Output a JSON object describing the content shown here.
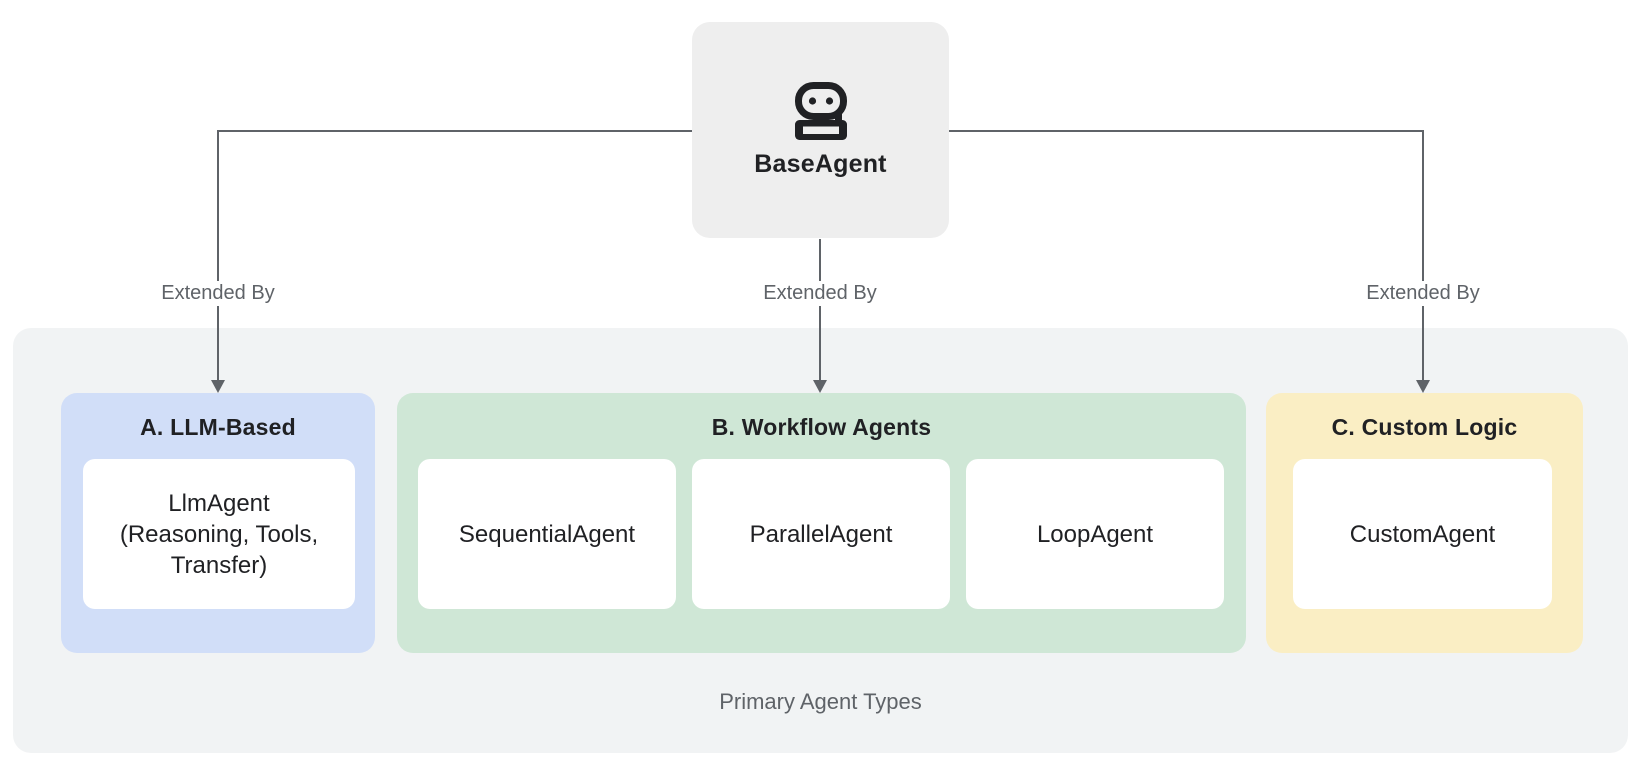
{
  "diagram": {
    "title": "Primary Agent Types",
    "root": {
      "label": "BaseAgent",
      "icon": "robot-icon"
    },
    "edges": [
      {
        "label": "Extended By"
      },
      {
        "label": "Extended By"
      },
      {
        "label": "Extended By"
      }
    ],
    "groups": [
      {
        "title": "A. LLM-Based",
        "color": "#d1def8",
        "items": [
          {
            "label": "LlmAgent\n(Reasoning, Tools,\nTransfer)"
          }
        ]
      },
      {
        "title": "B. Workflow Agents",
        "color": "#cfe7d6",
        "items": [
          {
            "label": "SequentialAgent"
          },
          {
            "label": "ParallelAgent"
          },
          {
            "label": "LoopAgent"
          }
        ]
      },
      {
        "title": "C. Custom Logic",
        "color": "#faeec4",
        "items": [
          {
            "label": "CustomAgent"
          }
        ]
      }
    ],
    "colors": {
      "background": "#ffffff",
      "container": "#f1f3f4",
      "root_box": "#eeeeee",
      "card": "#ffffff",
      "line": "#5f6368",
      "text_dark": "#202124",
      "text_gray": "#5f6368"
    }
  }
}
